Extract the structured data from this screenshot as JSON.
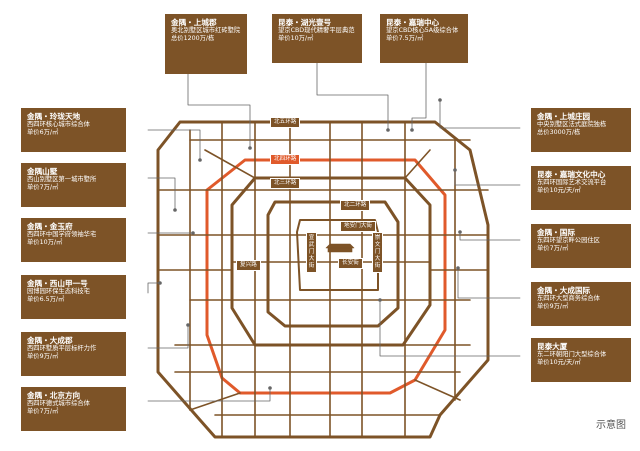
{
  "colors": {
    "road": "#7d5327",
    "ring4": "#e05a2b",
    "card_bg": "#7d5327",
    "card_text": "#ffffff"
  },
  "note": "示意图",
  "projects": {
    "shangchengjun": {
      "title": "金隅・上城郡",
      "line1": "奥北别墅区城市红砖墅院",
      "line2": "总价1200万/栋"
    },
    "hubeiyi": {
      "title": "昆泰・湖光壹号",
      "line1": "望京CBD现代精奢平层典范",
      "line2": "单价10万/㎡"
    },
    "jiarui": {
      "title": "昆泰・嘉瑞中心",
      "line1": "望京CBD核心5A级综合体",
      "line2": "单价7.5万/㎡"
    },
    "linglong": {
      "title": "金隅・玲珑天地",
      "line1": "西四环核心城市综合体",
      "line2": "单价6万/㎡"
    },
    "shanshu": {
      "title": "金隅山墅",
      "line1": "西山别墅区第一城市墅所",
      "line2": "单价7万/㎡"
    },
    "jinyufu": {
      "title": "金隅・金玉府",
      "line1": "西四环中国学府领袖华宅",
      "line2": "单价10万/㎡"
    },
    "xishan": {
      "title": "金隅・西山甲一号",
      "line1": "园博园环保生态科技宅",
      "line2": "单价6.5万/㎡"
    },
    "dachengjun": {
      "title": "金隅・大成郡",
      "line1": "西四环墅质平层标杆力作",
      "line2": "单价9万/㎡"
    },
    "beijing": {
      "title": "金隅・北京方向",
      "line1": "西四环德式城市综合体",
      "line2": "单价7万/㎡"
    },
    "shangcheng": {
      "title": "金隅・上城庄园",
      "line1": "中央别墅区法式庭院独栋",
      "line2": "总价3000万/栋"
    },
    "wenhua": {
      "title": "昆泰・嘉瑞文化中心",
      "line1": "东四环国际艺术交流平台",
      "line2": "单价10元/天/㎡"
    },
    "guoji": {
      "title": "金隅・国际",
      "line1": "东四环望京畔公园住区",
      "line2": "单价7万/㎡"
    },
    "dacheng": {
      "title": "金隅・大成国际",
      "line1": "东四环大型商务综合体",
      "line2": "单价9万/㎡"
    },
    "kuntai": {
      "title": "昆泰大厦",
      "line1": "东二环朝阳门大型综合体",
      "line2": "单价10元/天/㎡"
    }
  },
  "roads": {
    "r5": "北五环路",
    "r4": "北四环路",
    "r3": "北三环路",
    "r2": "北二环路",
    "dianmen": "地安门大街",
    "fuxing": "复兴路",
    "changan": "长安街",
    "xuanwu": "宣武门大街",
    "chongwen": "崇文门大街"
  }
}
